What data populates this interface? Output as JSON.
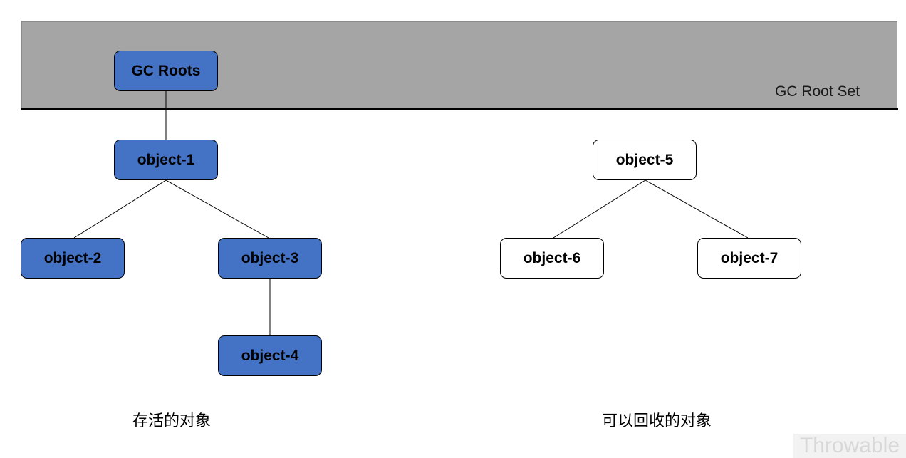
{
  "root_set": {
    "label": "GC Root Set",
    "band_color": "#a5a5a5"
  },
  "nodes": {
    "gc_roots": "GC Roots",
    "object_1": "object-1",
    "object_2": "object-2",
    "object_3": "object-3",
    "object_4": "object-4",
    "object_5": "object-5",
    "object_6": "object-6",
    "object_7": "object-7"
  },
  "edges": [
    [
      "gc_roots",
      "object_1"
    ],
    [
      "object_1",
      "object_2"
    ],
    [
      "object_1",
      "object_3"
    ],
    [
      "object_3",
      "object_4"
    ],
    [
      "object_5",
      "object_6"
    ],
    [
      "object_5",
      "object_7"
    ]
  ],
  "captions": {
    "live": "存活的对象",
    "collectable": "可以回收的对象"
  },
  "watermark": "Throwable",
  "colors": {
    "live_fill": "#4472c4",
    "dead_fill": "#ffffff",
    "outline": "#000000"
  }
}
